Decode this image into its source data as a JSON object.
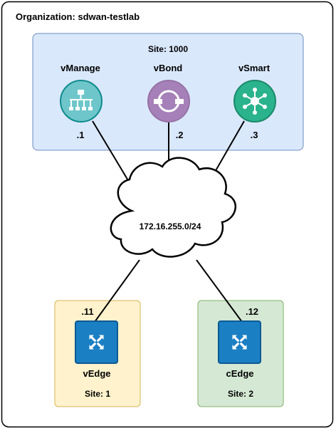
{
  "organization": {
    "label": "Organization: sdwan-testlab"
  },
  "central_site": {
    "label": "Site: 1000",
    "fill": "#dae8fc",
    "stroke": "#6c8ebf",
    "nodes": [
      {
        "name": "vManage",
        "addr": ".1",
        "icon": "network-hierarchy-icon",
        "fill": "#6ec6ca",
        "stroke": "#0f8b8d"
      },
      {
        "name": "vBond",
        "addr": ".2",
        "icon": "orchestrator-icon",
        "fill": "#a680b8",
        "stroke": "#9673a6"
      },
      {
        "name": "vSmart",
        "addr": ".3",
        "icon": "hub-spoke-icon",
        "fill": "#2ab38c",
        "stroke": "#1a8a6a"
      }
    ]
  },
  "cloud": {
    "label": "172.16.255.0/24"
  },
  "branches": [
    {
      "name": "vEdge",
      "addr": ".11",
      "site": "Site: 1",
      "fill": "#fff2cc",
      "stroke": "#d6b656",
      "icon": "router-icon"
    },
    {
      "name": "cEdge",
      "addr": ".12",
      "site": "Site: 2",
      "fill": "#d5e8d4",
      "stroke": "#82b366",
      "icon": "router-icon"
    }
  ],
  "colors": {
    "router_fill": "#1b7fc4",
    "router_border": "#0d5a94",
    "line": "#000000"
  }
}
